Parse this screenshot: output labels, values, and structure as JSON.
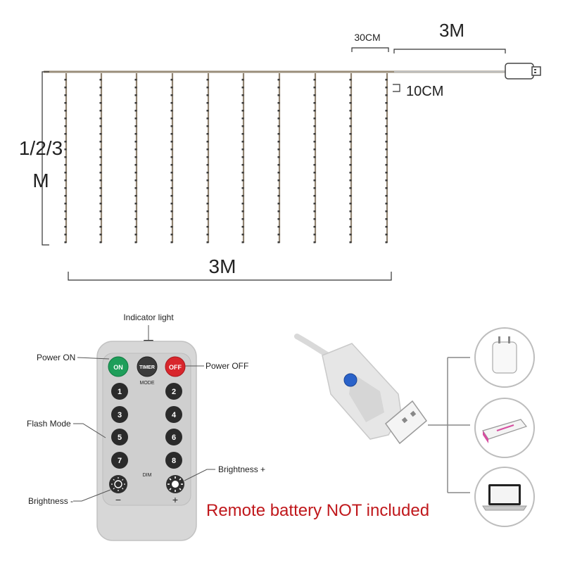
{
  "dimensions": {
    "width_30cm": "30CM",
    "cord_3m": "3M",
    "spacing_10cm": "10CM",
    "height_top": "1/2/3",
    "height_bottom": "M",
    "width_3m": "3M"
  },
  "remote": {
    "indicator_label": "Indicator light",
    "power_on_label": "Power ON",
    "power_off_label": "Power OFF",
    "flash_mode_label": "Flash Mode",
    "brightness_plus_label": "Brightness +",
    "brightness_minus_label": "Brightness -",
    "on_button": "ON",
    "timer_button": "TIMER",
    "off_button": "OFF",
    "mode_caption": "MODE",
    "dim_caption": "DIM",
    "minus_sign": "−",
    "plus_sign": "+",
    "mode_buttons": [
      "1",
      "2",
      "3",
      "4",
      "5",
      "6",
      "7",
      "8"
    ]
  },
  "note": "Remote battery NOT included",
  "colors": {
    "on": "#1f9e5a",
    "off": "#d8262c",
    "timer": "#3b3b3b",
    "note": "#c0181c",
    "usb_button": "#2a62c9"
  },
  "icons": [
    "wall-adapter-icon",
    "power-bank-icon",
    "laptop-icon"
  ]
}
